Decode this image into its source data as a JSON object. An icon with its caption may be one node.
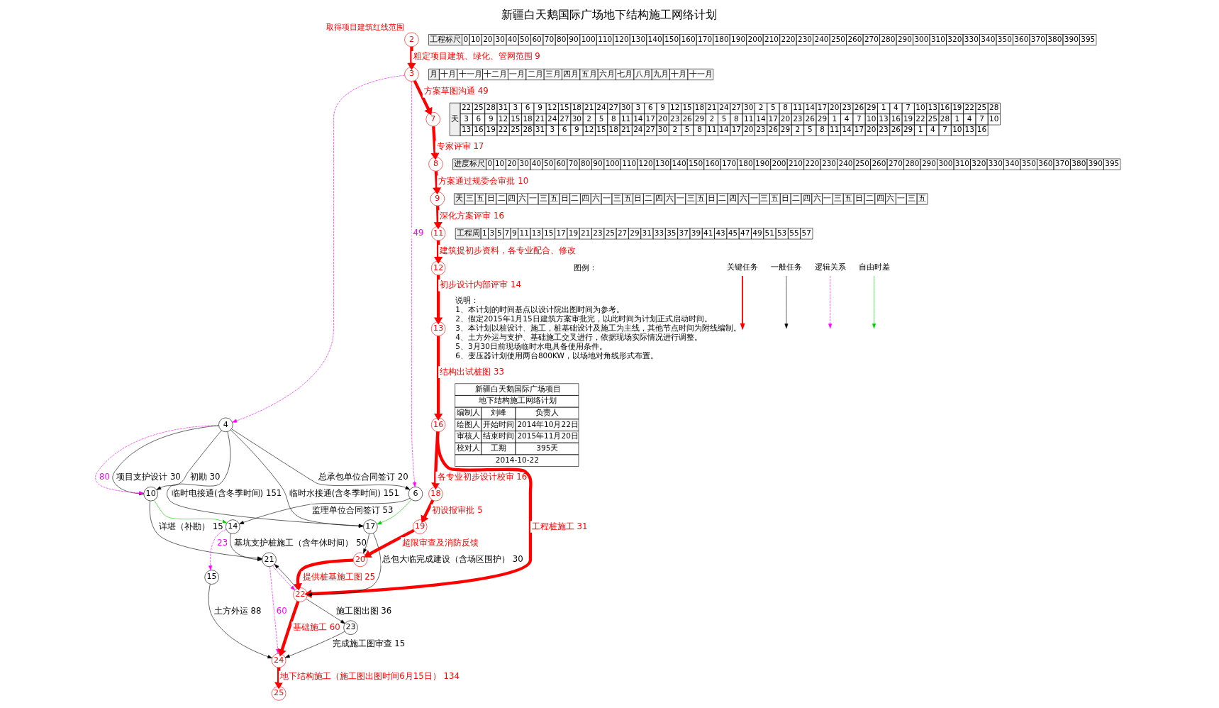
{
  "diagram": {
    "title": "新疆白天鹅国际广场地下结构施工网络计划",
    "nodes": [
      {
        "text": [
          "2"
        ],
        "beside": [
          "取得项目建筑红线范围"
        ]
      },
      {
        "text": [
          "3"
        ]
      },
      {
        "text": [
          "4"
        ]
      },
      {
        "text": [
          "6"
        ]
      },
      {
        "text": [
          "7"
        ]
      },
      {
        "text": [
          "8"
        ]
      },
      {
        "text": [
          "9"
        ]
      },
      {
        "text": [
          "10"
        ]
      },
      {
        "text": [
          "11"
        ]
      },
      {
        "text": [
          "12"
        ]
      },
      {
        "text": [
          "13"
        ]
      },
      {
        "text": [
          "14"
        ]
      },
      {
        "text": [
          "15"
        ]
      },
      {
        "text": [
          "16"
        ]
      },
      {
        "text": [
          "17"
        ]
      },
      {
        "text": [
          "18"
        ]
      },
      {
        "text": [
          "19"
        ]
      },
      {
        "text": [
          "20"
        ]
      },
      {
        "text": [
          "21"
        ]
      },
      {
        "text": [
          "22"
        ]
      },
      {
        "text": [
          "23"
        ]
      },
      {
        "text": [
          "24"
        ]
      },
      {
        "text": [
          "25"
        ]
      }
    ],
    "edges": [
      {
        "from": 0,
        "to": 1,
        "arrow": "to",
        "label": "粗定项目建筑、绿化、管网范围 9",
        "style": "thick",
        "color": "#ff0000"
      },
      {
        "from": 1,
        "to": 4,
        "arrow": "to",
        "label": "方案草图沟通 49",
        "style": "thick",
        "color": "#ff0000"
      },
      {
        "from": 4,
        "to": 5,
        "arrow": "to",
        "label": "专家评审 17",
        "style": "thick",
        "color": "#ff0000"
      },
      {
        "from": 5,
        "to": 6,
        "arrow": "to",
        "label": "方案通过规委会审批 10",
        "style": "thick",
        "color": "#ff0000"
      },
      {
        "from": 6,
        "to": 8,
        "arrow": "to",
        "label": "深化方案评审 16",
        "style": "thick",
        "color": "#ff0000"
      },
      {
        "from": 8,
        "to": 9,
        "arrow": "to",
        "label": "建筑提初步资料，各专业配合、修改",
        "style": "thick",
        "color": "#ff0000"
      },
      {
        "from": 9,
        "to": 10,
        "arrow": "to",
        "label": "初步设计内部评审 14",
        "style": "thick",
        "color": "#ff0000"
      },
      {
        "from": 10,
        "to": 13,
        "arrow": "to",
        "label": "结构出试桩图 33",
        "style": "thick",
        "color": "#ff0000"
      },
      {
        "from": 13,
        "to": 15,
        "arrow": "to",
        "label": "各专业初步设计校审 16",
        "style": "thick",
        "color": "#ff0000"
      },
      {
        "from": 15,
        "to": 16,
        "arrow": "to",
        "label": "初设报审批 5",
        "style": "thick",
        "color": "#ff0000"
      },
      {
        "from": 16,
        "to": 17,
        "arrow": "to",
        "label": "超限审查及消防反馈",
        "style": "thick",
        "color": "#ff0000"
      },
      {
        "from": 13,
        "to": 19,
        "arrow": "to",
        "label": "工程桩施工 31",
        "style": "thick",
        "color": "#ff0000"
      },
      {
        "from": 17,
        "to": 19,
        "arrow": "to",
        "label": "提供桩基施工图 25",
        "style": "thick",
        "color": "#ff0000"
      },
      {
        "from": 19,
        "to": 21,
        "arrow": "to",
        "label": "基础施工 60",
        "style": "thick",
        "color": "#ff0000"
      },
      {
        "from": 21,
        "to": 22,
        "arrow": "to",
        "label": "地下结构施工（施工图出图时间6月15日） 134",
        "style": "thick",
        "color": "#ff0000"
      },
      {
        "from": 2,
        "to": 7,
        "arrow": "to",
        "label": "项目支护设计 30",
        "color": "#000000"
      },
      {
        "from": 2,
        "to": 7,
        "arrow": "to",
        "label": "初勘 30",
        "color": "#000000"
      },
      {
        "from": 2,
        "to": 14,
        "arrow": "to",
        "label": "临时水接通(含冬季时间) 151",
        "color": "#000000"
      },
      {
        "from": 2,
        "to": 14,
        "arrow": "to",
        "label": "临时电接通(含冬季时间) 151",
        "color": "#000000"
      },
      {
        "from": 2,
        "to": 3,
        "arrow": "to",
        "label": "总承包单位合同签订 20",
        "color": "#000000"
      },
      {
        "from": 3,
        "to": 11,
        "arrow": "to",
        "label": "监理单位合同签订 53",
        "color": "#000000"
      },
      {
        "from": 3,
        "to": 14,
        "arrow": "to",
        "color": "#00cc00"
      },
      {
        "from": 7,
        "to": 11,
        "arrow": "to",
        "color": "#00cc00"
      },
      {
        "from": 7,
        "to": 18,
        "arrow": "to",
        "label": "详堪（补勘） 15",
        "color": "#000000"
      },
      {
        "from": 11,
        "to": 18,
        "arrow": "to",
        "label": "基坑支护桩施工（含年休时间） 50",
        "color": "#000000"
      },
      {
        "from": 12,
        "to": 21,
        "arrow": "to",
        "label": "土方外运 88",
        "color": "#000000"
      },
      {
        "from": 14,
        "to": 19,
        "arrow": "to",
        "label": "总包大临完成建设（含场区围护） 30",
        "color": "#000000"
      },
      {
        "from": 14,
        "to": 17,
        "arrow": "to",
        "color": "#000000"
      },
      {
        "from": 19,
        "to": 18,
        "arrow": "to",
        "color": "#000000"
      },
      {
        "from": 19,
        "to": 20,
        "arrow": "to",
        "label": "施工图出图 36",
        "color": "#000000"
      },
      {
        "from": 20,
        "to": 21,
        "arrow": "to",
        "label": "完成施工图审查 15",
        "color": "#000000"
      },
      {
        "from": 2,
        "to": 7,
        "arrow": "to",
        "label": "80",
        "style": "dashed",
        "color": "#ff00ff"
      },
      {
        "from": 1,
        "to": 2,
        "arrow": "to",
        "style": "dashed",
        "color": "#ff00ff"
      },
      {
        "from": 1,
        "to": 3,
        "arrow": "to",
        "label": "49",
        "style": "dashed",
        "color": "#ff00ff"
      },
      {
        "from": 11,
        "to": 12,
        "arrow": "to",
        "label": "23",
        "style": "dashed",
        "color": "#ff00ff"
      },
      {
        "from": 18,
        "to": 19,
        "arrow": "to",
        "style": "dashed",
        "color": "#ff00ff"
      },
      {
        "from": 18,
        "to": 21,
        "arrow": "to",
        "label": "60",
        "style": "dashed",
        "color": "#ff00ff"
      }
    ],
    "labels": [
      "工程标尺",
      "0",
      "10",
      "20",
      "30",
      "40",
      "50",
      "60",
      "70",
      "80",
      "90",
      "100",
      "110",
      "120",
      "130",
      "140",
      "150",
      "160",
      "170",
      "180",
      "190",
      "200",
      "210",
      "220",
      "230",
      "240",
      "250",
      "260",
      "270",
      "280",
      "290",
      "300",
      "310",
      "320",
      "330",
      "340",
      "350",
      "360",
      "370",
      "380",
      "390",
      "395",
      "月",
      "十月",
      "十一月",
      "十二月",
      "一月",
      "二月",
      "三月",
      "四月",
      "五月",
      "六月",
      "七月",
      "八月",
      "九月",
      "十月",
      "十一月",
      "天",
      "22",
      "25",
      "28",
      "31",
      "3",
      "6",
      "9",
      "12",
      "15",
      "18",
      "21",
      "24",
      "27",
      "30",
      "3",
      "6",
      "9",
      "12",
      "15",
      "18",
      "21",
      "24",
      "27",
      "30",
      "2",
      "5",
      "8",
      "11",
      "14",
      "17",
      "20",
      "23",
      "26",
      "29",
      "1",
      "4",
      "7",
      "10",
      "13",
      "16",
      "19",
      "22",
      "25",
      "28",
      "3",
      "6",
      "9",
      "12",
      "15",
      "18",
      "21",
      "24",
      "27",
      "30",
      "2",
      "5",
      "8",
      "11",
      "14",
      "17",
      "20",
      "23",
      "26",
      "29",
      "2",
      "5",
      "8",
      "11",
      "14",
      "17",
      "20",
      "23",
      "26",
      "29",
      "1",
      "4",
      "7",
      "10",
      "13",
      "16",
      "19",
      "22",
      "25",
      "28",
      "1",
      "4",
      "7",
      "10",
      "13",
      "16",
      "19",
      "22",
      "25",
      "28",
      "31",
      "3",
      "6",
      "9",
      "12",
      "15",
      "18",
      "21",
      "24",
      "27",
      "30",
      "2",
      "5",
      "8",
      "11",
      "14",
      "17",
      "20",
      "23",
      "26",
      "29",
      "2",
      "5",
      "8",
      "11",
      "14",
      "17",
      "20",
      "23",
      "26",
      "29",
      "1",
      "4",
      "7",
      "10",
      "13",
      "16",
      "进度标尺",
      "0",
      "10",
      "20",
      "30",
      "40",
      "50",
      "60",
      "70",
      "80",
      "90",
      "100",
      "110",
      "120",
      "130",
      "140",
      "150",
      "160",
      "170",
      "180",
      "190",
      "200",
      "210",
      "220",
      "230",
      "240",
      "250",
      "260",
      "270",
      "280",
      "290",
      "300",
      "310",
      "320",
      "330",
      "340",
      "350",
      "360",
      "370",
      "380",
      "390",
      "395",
      "天",
      "三",
      "五",
      "日",
      "二",
      "四",
      "六",
      "一",
      "三",
      "五",
      "日",
      "二",
      "四",
      "六",
      "一",
      "三",
      "五",
      "日",
      "二",
      "四",
      "六",
      "一",
      "三",
      "五",
      "日",
      "二",
      "四",
      "六",
      "一",
      "三",
      "五",
      "日",
      "二",
      "四",
      "六",
      "一",
      "三",
      "五",
      "日",
      "二",
      "四",
      "六",
      "一",
      "三",
      "五",
      "工程周",
      "1",
      "3",
      "5",
      "7",
      "9",
      "11",
      "13",
      "15",
      "17",
      "19",
      "21",
      "23",
      "25",
      "27",
      "29",
      "31",
      "33",
      "35",
      "37",
      "39",
      "41",
      "43",
      "45",
      "47",
      "49",
      "51",
      "53",
      "55",
      "57",
      "图例：",
      "说明：",
      "1、本计划的时间基点以设计院出图时间为参考。",
      "2、假定2015年1月15日建筑方案审批完，以此时间为计划正式启动时间。",
      "3、本计划以桩设计、施工，桩基础设计及施工为主线，其他节点时间为附线编制。",
      "4、土方外运与支护、基础施工交叉进行，依据现场实际情况进行调整。",
      "5、3月30日前现场临时水电具备使用条件。",
      "6、变压器计划使用两台800KW，以场地对角线形式布置。",
      "新疆白天鹅国际广场项目",
      "地下结构施工网络计划",
      "编制人",
      "刘峰",
      "负责人",
      "绘图人",
      "开始时间",
      "2014年10月22日",
      "审核人",
      "结束时间",
      "2015年11月20日",
      "校对人",
      "工期",
      "395天",
      "2014-10-22"
    ],
    "legend": [
      {
        "text": "关键任务"
      },
      {
        "text": "一般任务"
      },
      {
        "text": "逻辑关系"
      },
      {
        "text": "自由时差"
      }
    ]
  }
}
